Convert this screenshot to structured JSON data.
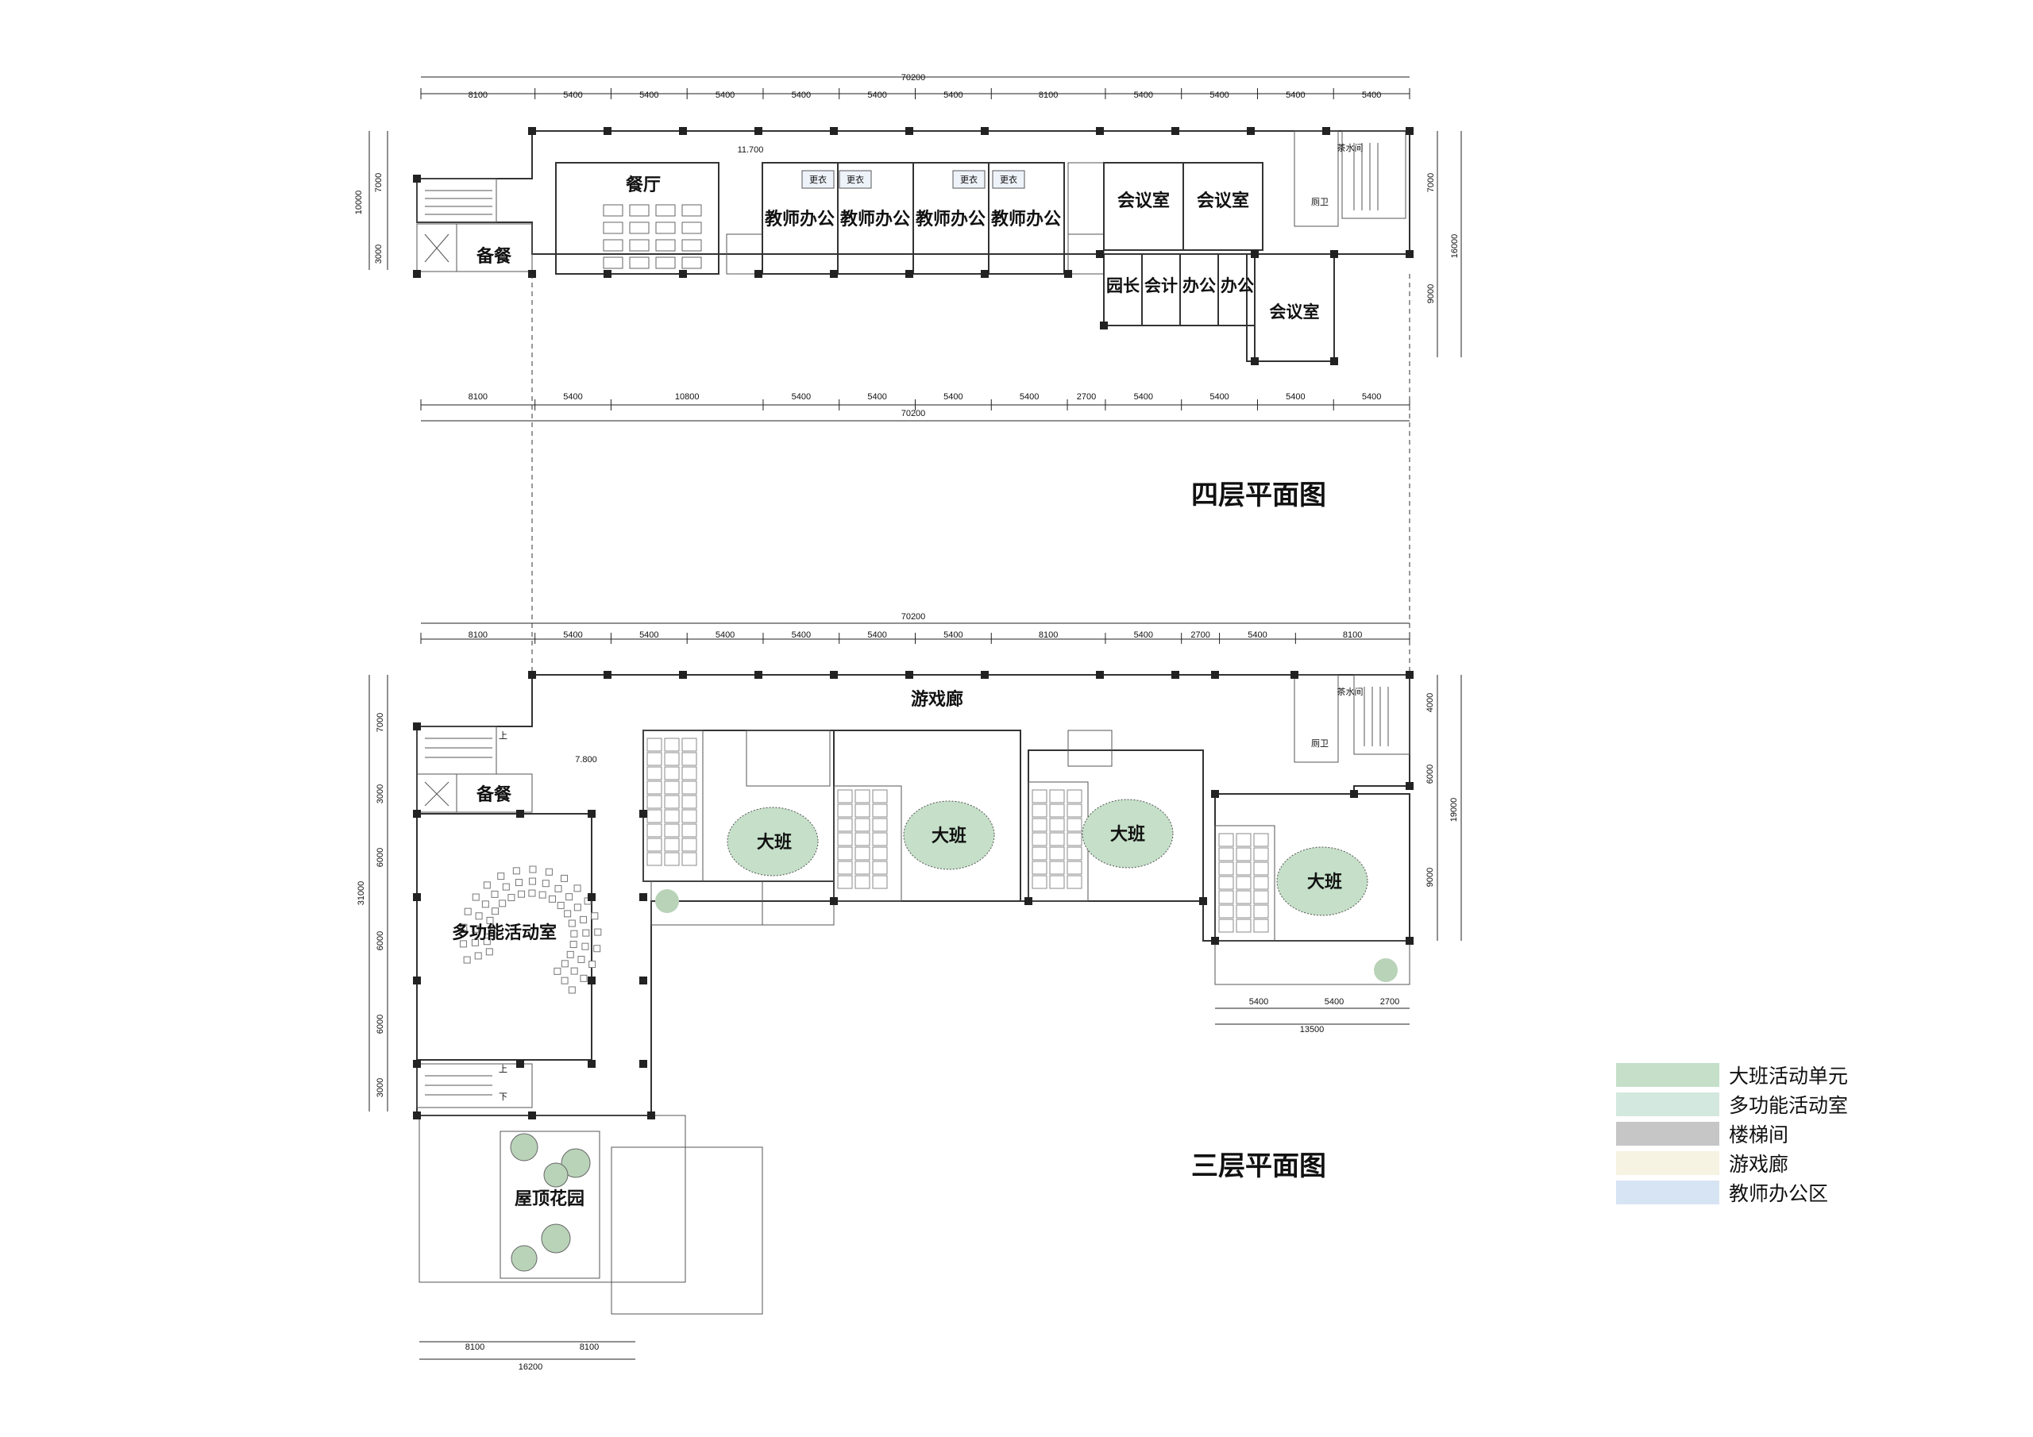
{
  "floor4": {
    "title": "四层平面图",
    "elevation": "11.700",
    "total_width": "70200",
    "top_dims": [
      "8100",
      "5400",
      "5400",
      "5400",
      "5400",
      "5400",
      "5400",
      "8100",
      "5400",
      "5400",
      "5400",
      "5400"
    ],
    "bottom_dims": [
      "8100",
      "5400",
      "10800",
      "5400",
      "5400",
      "5400",
      "5400",
      "2700",
      "5400",
      "5400",
      "5400",
      "5400"
    ],
    "left_dims": {
      "total": "10000",
      "a": "7000",
      "b": "3000"
    },
    "right_dims": {
      "total": "16000",
      "a": "7000",
      "b": "9000"
    },
    "rooms": {
      "dining": "餐厅",
      "prep": "备餐",
      "teacher1": "教师办公",
      "teacher2": "教师办公",
      "teacher3": "教师办公",
      "teacher4": "教师办公",
      "meeting1": "会议室",
      "meeting2": "会议室",
      "meeting3": "会议室",
      "director": "园长",
      "accountant": "会计",
      "office1": "办公",
      "office2": "办公",
      "locker1": "更衣",
      "locker2": "更衣",
      "locker3": "更衣",
      "locker4": "更衣",
      "tea": "茶水间",
      "wc": "厕卫"
    }
  },
  "floor3": {
    "title": "三层平面图",
    "elevation": "7.800",
    "total_width": "70200",
    "top_dims": [
      "8100",
      "5400",
      "5400",
      "5400",
      "5400",
      "5400",
      "5400",
      "8100",
      "5400",
      "2700",
      "5400",
      "8100"
    ],
    "left_dims": {
      "total": "31000",
      "a": "7000",
      "b": "3000",
      "c": "6000",
      "d": "6000",
      "e": "6000",
      "f": "3000"
    },
    "right_dims": {
      "total": "19000",
      "a": "4000",
      "b": "6000",
      "c": "9000"
    },
    "bottom_right_dims": [
      "5400",
      "5400",
      "2700"
    ],
    "bottom_right_total": "13500",
    "bottom_left_dims": [
      "8100",
      "8100"
    ],
    "bottom_left_total": "16200",
    "rooms": {
      "corridor": "游戏廊",
      "prep": "备餐",
      "multi": "多功能活动室",
      "class1": "大班",
      "class2": "大班",
      "class3": "大班",
      "class4": "大班",
      "garden": "屋顶花园",
      "tea": "茶水间",
      "wc": "厕卫"
    },
    "up": "上",
    "down": "下"
  },
  "legend": [
    {
      "label": "大班活动单元",
      "color": "#c5dfc8"
    },
    {
      "label": "多功能活动室",
      "color": "#d3e8df"
    },
    {
      "label": "楼梯间",
      "color": "#c6c6c6"
    },
    {
      "label": "游戏廊",
      "color": "#f6f3e2"
    },
    {
      "label": "教师办公区",
      "color": "#d7e4f3"
    }
  ],
  "colors": {
    "class": "#c5dfc8",
    "multi": "#dbeee6",
    "stair": "#c9c9c9",
    "corridor": "#f7f4e4",
    "office": "#d8e4f3",
    "garden": "#cfe4cf"
  }
}
